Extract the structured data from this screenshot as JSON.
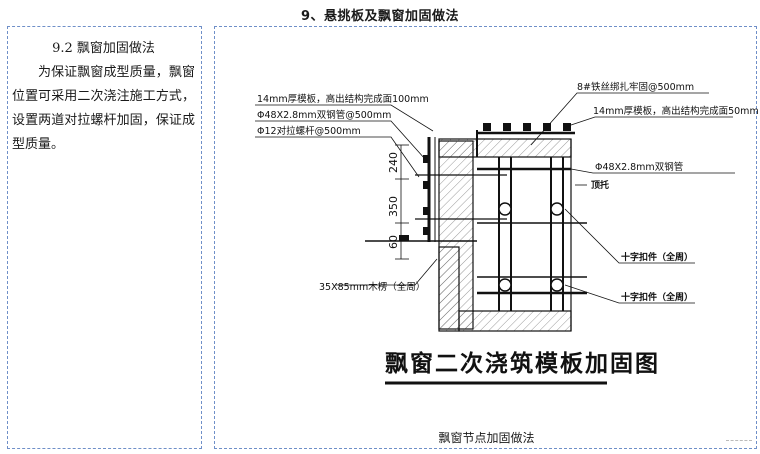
{
  "page": {
    "title": "9、悬挑板及飘窗加固做法"
  },
  "left_panel": {
    "section_heading": "9.2 飘窗加固做法",
    "paragraph": "为保证飘窗成型质量，飘窗位置可采用二次浇注施工方式，设置两道对拉螺杆加固，保证成型质量。"
  },
  "figure": {
    "drawing_title": "飘窗二次浇筑模板加固图",
    "caption": "飘窗节点加固做法",
    "labels": {
      "plywood_top_left": "14mm厚模板，高出结构完成面100mm",
      "steel_pipe_left": "Φ48X2.8mm双钢管@500mm",
      "tie_bolt": "Φ12对拉螺杆@500mm",
      "wire_spacing": "8#铁丝绑扎牢固@500mm",
      "plywood_top_right": "14mm厚模板，高出结构完成面50mm",
      "steel_pipe_right": "Φ48X2.8mm双钢管",
      "jack": "顶托",
      "timber": "35X85mm木楞（全周）",
      "cross_fastener_upper": "十字扣件（全周）",
      "cross_fastener_lower": "十字扣件（全周）"
    },
    "dimensions": {
      "d1": "240",
      "d2": "350",
      "d3": "60"
    }
  },
  "icons": {
    "drawing_icon": "cad-section-drawing"
  }
}
